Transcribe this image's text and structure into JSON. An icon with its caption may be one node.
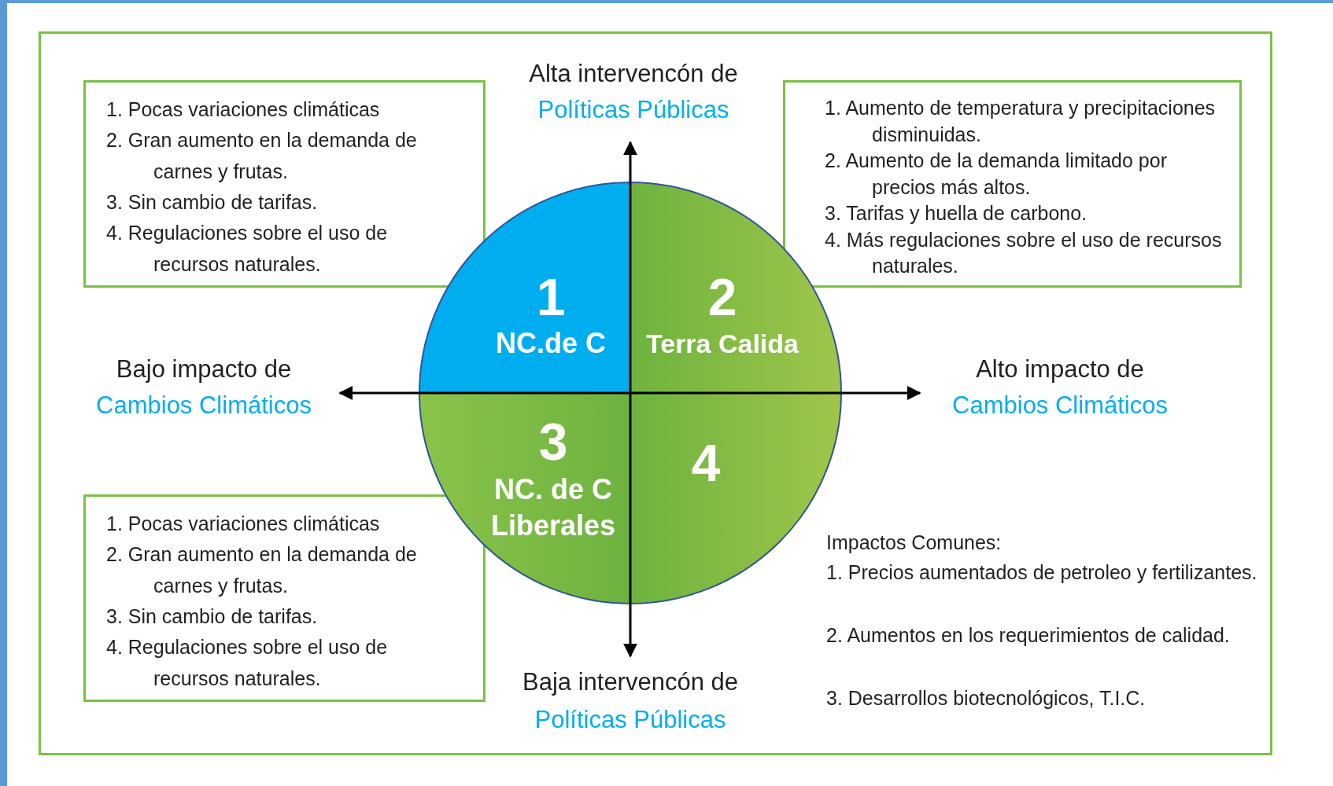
{
  "diagram": {
    "nodes": [
      {
        "text": [
          "1. Pocas variaciones climáticas",
          "2. Gran aumento en la demanda de carnes y frutas.",
          "3. Sin cambio de tarifas.",
          "4. Regulaciones sobre el uso de recursos naturales."
        ]
      },
      {
        "text": [
          "1. Aumento de temperatura y precipitaciones disminuidas.",
          "2. Aumento de la demanda limitado por precios más altos.",
          "3. Tarifas y huella de carbono.",
          "4. Más regulaciones sobre el uso de recursos naturales."
        ]
      },
      {
        "text": [
          "1",
          "NC.de C"
        ]
      },
      {
        "text": [
          "2",
          "Terra Calida"
        ]
      },
      {
        "text": [
          "3",
          "NC. de C Liberales"
        ]
      },
      {
        "text": [
          "4"
        ]
      },
      {
        "text": [
          "1. Pocas variaciones climáticas",
          "2. Gran aumento en la demanda de carnes y frutas.",
          "3. Sin cambio de tarifas.",
          "4. Regulaciones sobre el uso de recursos naturales."
        ]
      }
    ],
    "labels": [
      "Alta intervencón de",
      "Políticas Públicas",
      "Bajo impacto de",
      "Cambios Climáticos",
      "Alto impacto de",
      "Cambios Climáticos",
      "Impactos Comunes:",
      "1. Precios aumentados de petroleo y fertilizantes.",
      "2. Aumentos en los requerimientos de calidad.",
      "3. Desarrollos biotecnológicos, T.I.C.",
      "Baja intervencón de",
      "Políticas Públicas"
    ]
  }
}
